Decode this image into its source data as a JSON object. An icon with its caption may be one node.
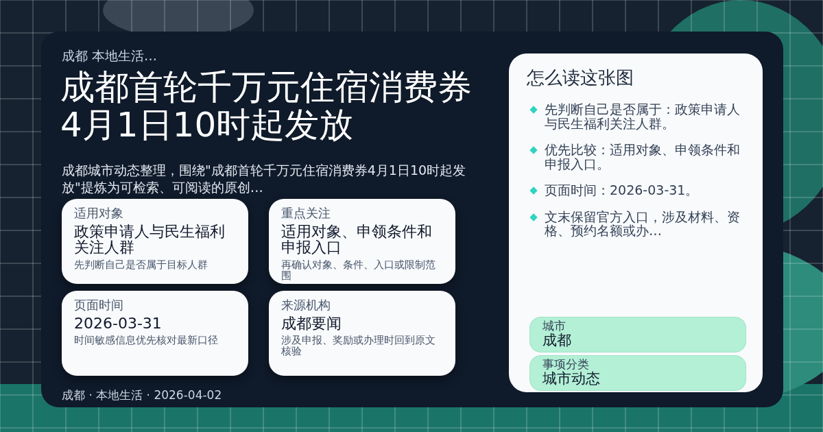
{
  "diagram": {
    "title": "成都首轮千万元住宿消费券4月1日10时起发放",
    "nodes": [
      {
        "text": [
          "适用对象",
          "政策申请人与民生福利关注人群",
          "先判断自己是否属于目标人群"
        ]
      },
      {
        "text": [
          "重点关注",
          "适用对象、申领条件和申报入口",
          "再确认对象、条件、入口或限制范围"
        ]
      },
      {
        "text": [
          "页面时间",
          "2026-03-31",
          "时间敏感信息优先核对最新口径"
        ]
      },
      {
        "text": [
          "来源机构",
          "成都要闻",
          "涉及申报、奖励或办理时回到原文核验"
        ]
      },
      {
        "text": [
          "怎么读这张图",
          "先判断自己是否属于：政策申请人与民生福利关注人群。",
          "优先比较：适用对象、申领条件和申报入口。",
          "页面时间：2026-03-31。",
          "文末保留官方入口，涉及材料、资格、预约名额或办…"
        ]
      },
      {
        "text": [
          "城市",
          "成都"
        ],
        "in": 4
      },
      {
        "text": [
          "事项分类",
          "城市动态"
        ],
        "in": 4
      }
    ],
    "labels": [
      "成都 本地生活…",
      "成都城市动态整理，围绕\"成都首轮千万元住宿消费券4月1日10时起发放\"提炼为可检索、可阅读的原创…",
      "成都 · 本地生活 · 2026-04-02"
    ]
  }
}
